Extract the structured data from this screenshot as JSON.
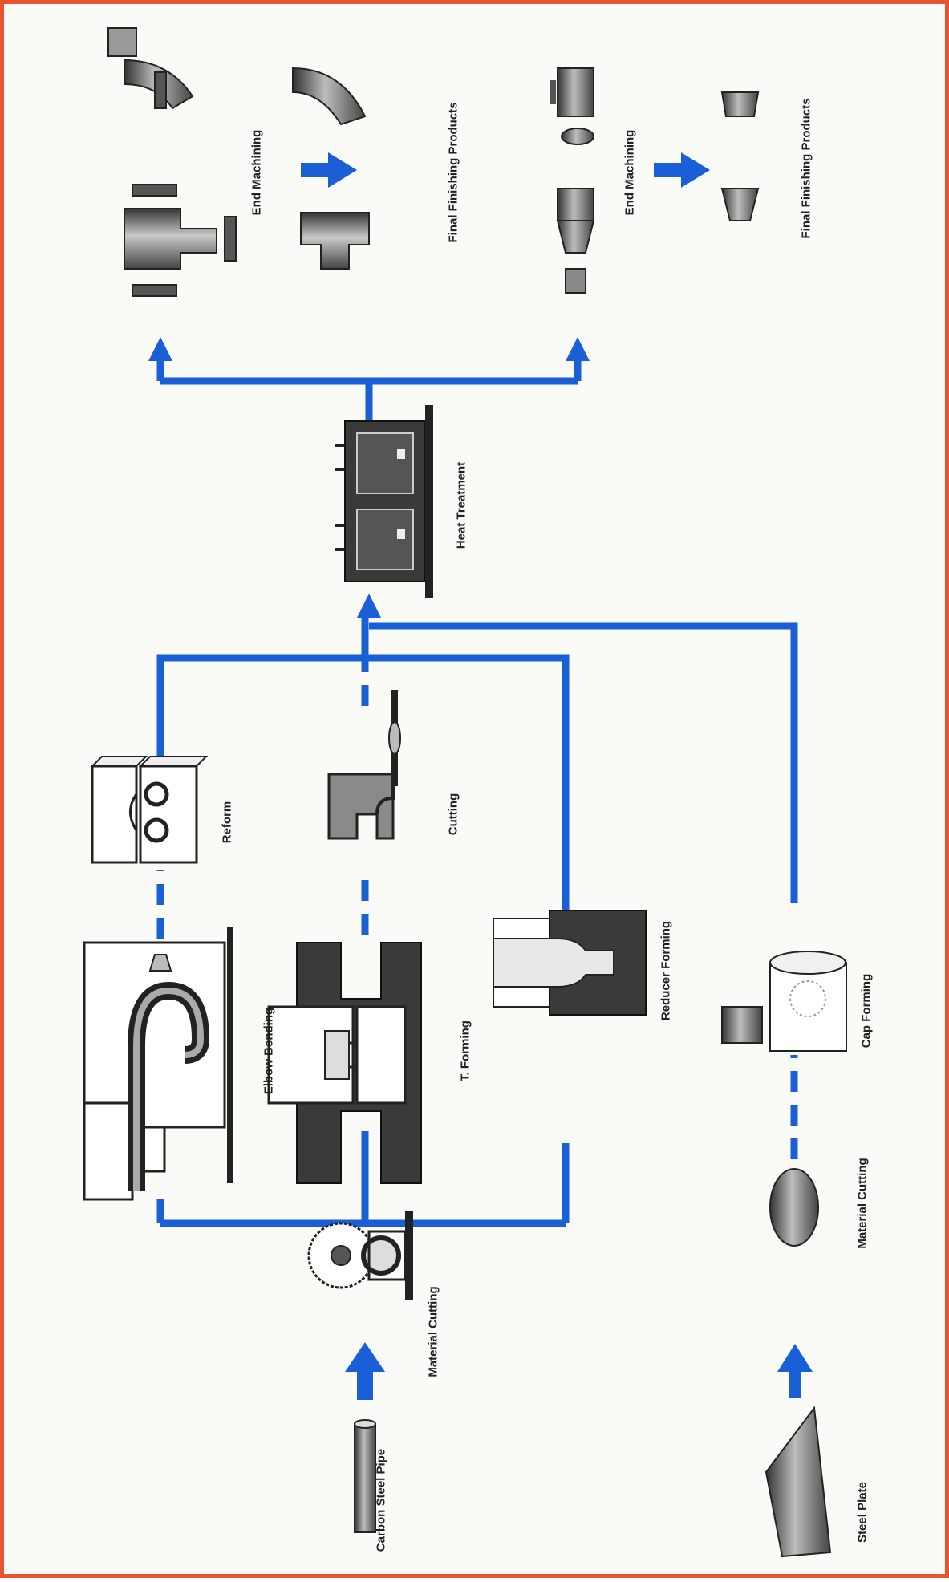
{
  "diagram": {
    "labels": {
      "carbon_steel_pipe": "Carbon Steel Pipe",
      "material_cutting_pipe": "Material Cutting",
      "elbow_bending": "Elbow Bending",
      "reform": "Reform",
      "t_forming": "T. Forming",
      "cutting": "Cutting",
      "reducer_forming": "Reducer Forming",
      "heat_treatment": "Heat Treatment",
      "end_machining_top": "End Machining",
      "final_products_top": "Final Finishing Products",
      "end_machining_bottom": "End Machining",
      "final_products_bottom": "Final Finishing Products",
      "steel_plate": "Steel Plate",
      "material_cutting_plate": "Material Cutting",
      "cap_forming": "Cap Forming"
    },
    "colors": {
      "flow_line": "#1a5fd6",
      "border": "#e8542f",
      "machine_dark": "#3a3a3a",
      "metal_grey": "#8a8a8a"
    }
  }
}
